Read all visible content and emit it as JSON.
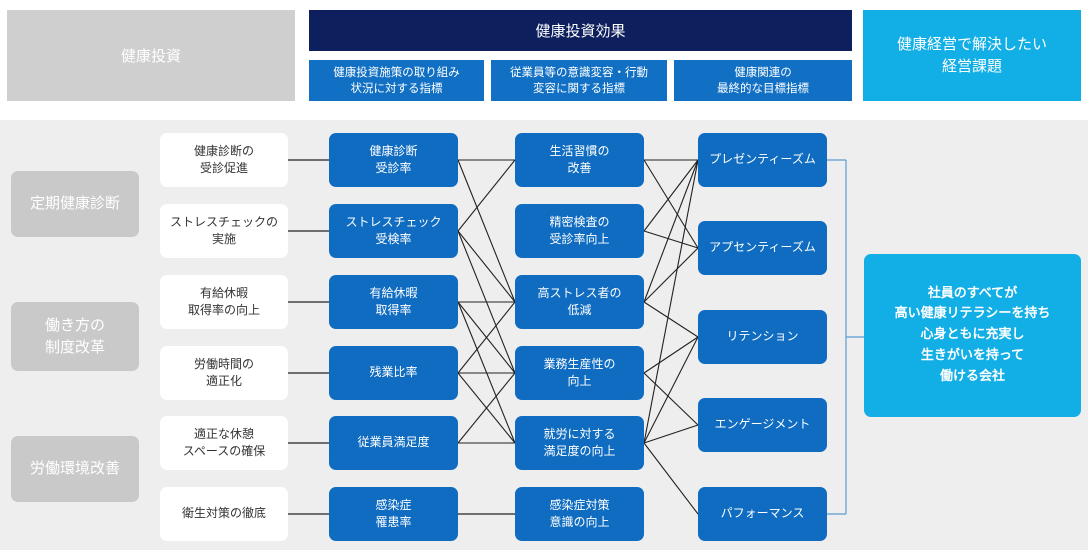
{
  "headers": {
    "investment": "健康投資",
    "effect": "健康投資効果",
    "effect_sub": [
      "健康投資施策の取り組み\n状況に対する指標",
      "従業員等の意識変容・行動\n変容に関する指標",
      "健康関連の\n最終的な目標指標"
    ],
    "issue": "健康経営で解決したい\n経営課題"
  },
  "categories": [
    "定期健康診断",
    "働き方の\n制度改革",
    "労働環境改善"
  ],
  "initiatives": [
    "健康診断の\n受診促進",
    "ストレスチェックの\n実施",
    "有給休暇\n取得率の向上",
    "労働時間の\n適正化",
    "適正な休憩\nスペースの確保",
    "衛生対策の徹底"
  ],
  "indicators": [
    "健康診断\n受診率",
    "ストレスチェック\n受検率",
    "有給休暇\n取得率",
    "残業比率",
    "従業員満足度",
    "感染症\n罹患率"
  ],
  "behavior": [
    "生活習慣の\n改善",
    "精密検査の\n受診率向上",
    "高ストレス者の\n低減",
    "業務生産性の\n向上",
    "就労に対する\n満足度の向上",
    "感染症対策\n意識の向上"
  ],
  "final_goals": [
    "プレゼンティーズム",
    "アプセンティーズム",
    "リテンション",
    "エンゲージメント",
    "パフォーマンス"
  ],
  "goal": "社員のすべてが\n高い健康リテラシーを持ち\n心身ともに充実し\n生きがいを持って\n働ける会社",
  "links": {
    "indicators_to_behavior": [
      [
        0,
        0
      ],
      [
        0,
        2
      ],
      [
        1,
        0
      ],
      [
        1,
        2
      ],
      [
        1,
        3
      ],
      [
        2,
        2
      ],
      [
        2,
        3
      ],
      [
        2,
        4
      ],
      [
        3,
        2
      ],
      [
        3,
        3
      ],
      [
        3,
        4
      ],
      [
        4,
        3
      ],
      [
        4,
        4
      ]
    ],
    "behavior_to_final": [
      [
        0,
        0
      ],
      [
        0,
        1
      ],
      [
        1,
        0
      ],
      [
        1,
        1
      ],
      [
        2,
        0
      ],
      [
        2,
        1
      ],
      [
        2,
        2
      ],
      [
        3,
        2
      ],
      [
        3,
        3
      ],
      [
        4,
        0
      ],
      [
        4,
        2
      ],
      [
        4,
        3
      ],
      [
        4,
        4
      ]
    ]
  },
  "colors": {
    "gray_header": "#cfcfcf",
    "navy": "#0d1f5c",
    "blue": "#0f6cc0",
    "cyan": "#12aee6",
    "category": "#c9c9c9",
    "line": "#222222",
    "bracket": "#5b9bd5"
  }
}
